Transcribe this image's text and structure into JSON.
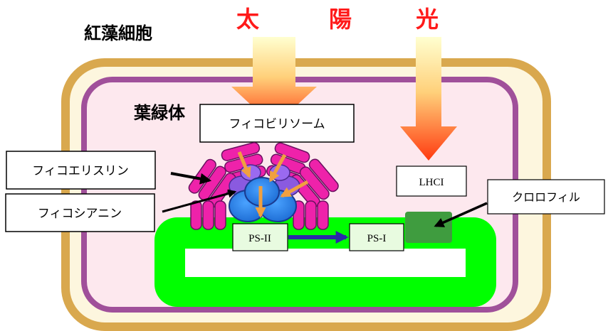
{
  "title": "紅藻細胞",
  "sunlight": [
    "太",
    "陽",
    "光"
  ],
  "chloroplast_label": "葉緑体",
  "labels": {
    "phycobilisome": "フィコビリソーム",
    "phycoerythrin": "フィコエリスリン",
    "phycocyanin": "フィコシアニン",
    "chlorophyll": "クロロフィル",
    "lhci": "LHCI",
    "ps2": "PS-II",
    "ps1": "PS-I"
  },
  "colors": {
    "cell_wall": "#d9a84e",
    "membrane": "#a0509a",
    "cytoplasm": "#fde8ee",
    "thylakoid": "#00ff00",
    "phycoerythrin": "#ee22aa",
    "phycocyanin_core": "#2f86e8",
    "sun_text": "#ff1a1a",
    "ps_box": "#e8fbe0",
    "chlorophyll": "#3f9c3f",
    "energy_arrow": "#f0a040"
  }
}
